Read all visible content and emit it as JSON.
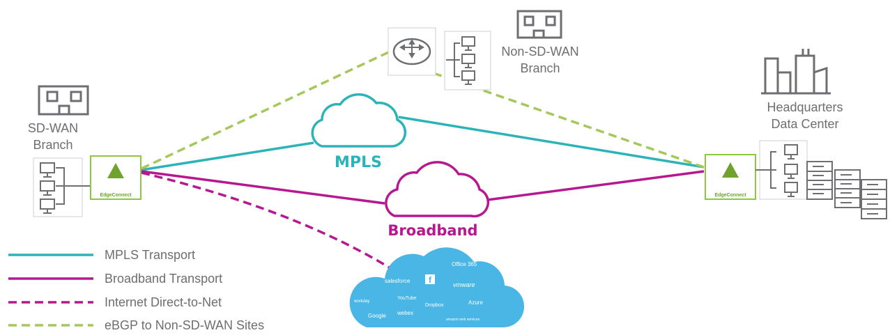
{
  "sites": {
    "non_sdwan": {
      "line1": "Non-SD-WAN",
      "line2": "Branch"
    },
    "sdwan": {
      "line1": "SD-WAN",
      "line2": "Branch"
    },
    "hq": {
      "line1": "Headquarters",
      "line2": "Data Center"
    }
  },
  "devices": {
    "edgeconnect_left": "EdgeConnect",
    "edgeconnect_right": "EdgeConnect"
  },
  "clouds": {
    "mpls": "MPLS",
    "broadband": "Broadband"
  },
  "saas_logos": [
    "Office 365",
    "salesforce",
    "f",
    "vmware",
    "YouTube",
    "Dropbox",
    "Azure",
    "Google",
    "webex",
    "amazon web services",
    "workday"
  ],
  "legend": [
    {
      "label": "MPLS Transport",
      "style": "solid",
      "color": "#2bb3b8"
    },
    {
      "label": "Broadband Transport",
      "style": "solid",
      "color": "#b5188f"
    },
    {
      "label": "Internet Direct-to-Net",
      "style": "dashed",
      "color": "#b5188f"
    },
    {
      "label": "eBGP to Non-SD-WAN Sites",
      "style": "dashed",
      "color": "#a6c75a"
    }
  ],
  "colors": {
    "mpls": "#2bb3b8",
    "broadband": "#b5188f",
    "ebgp": "#a6c75a",
    "edge_green": "#8dc63f",
    "icon_gray": "#6d6e71",
    "saas_blue": "#49b6e6"
  }
}
